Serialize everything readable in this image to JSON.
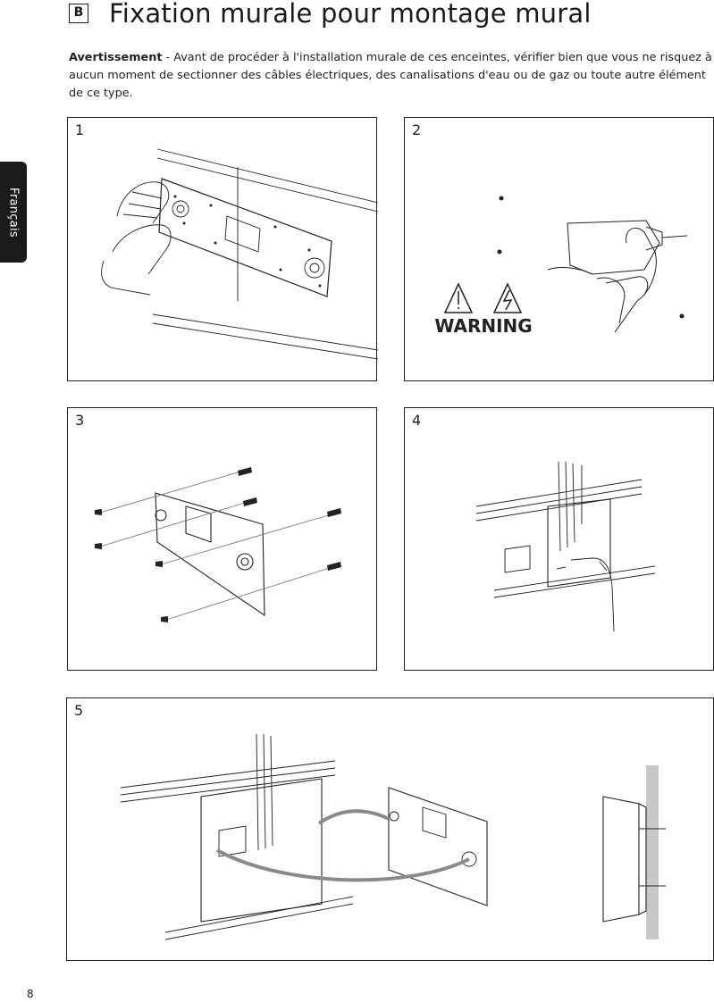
{
  "side_tab": {
    "label": "Français"
  },
  "section": {
    "badge": "B",
    "title": "Fixation murale pour montage mural"
  },
  "warning": {
    "label": "Avertissement",
    "text": " - Avant de procéder à l'installation murale de ces enceintes, vérifier bien que vous ne risquez à aucun moment de sectionner des câbles électriques, des canalisations d'eau ou de gaz ou toute autre élément de ce type."
  },
  "steps": [
    {
      "number": "1"
    },
    {
      "number": "2",
      "warning_sign": "WARNING"
    },
    {
      "number": "3"
    },
    {
      "number": "4"
    },
    {
      "number": "5"
    }
  ],
  "footer": {
    "page_number": "8"
  },
  "colors": {
    "ink": "#1a1a1a",
    "arrow": "#8a8a8a",
    "wall": "#c8c8c8"
  }
}
